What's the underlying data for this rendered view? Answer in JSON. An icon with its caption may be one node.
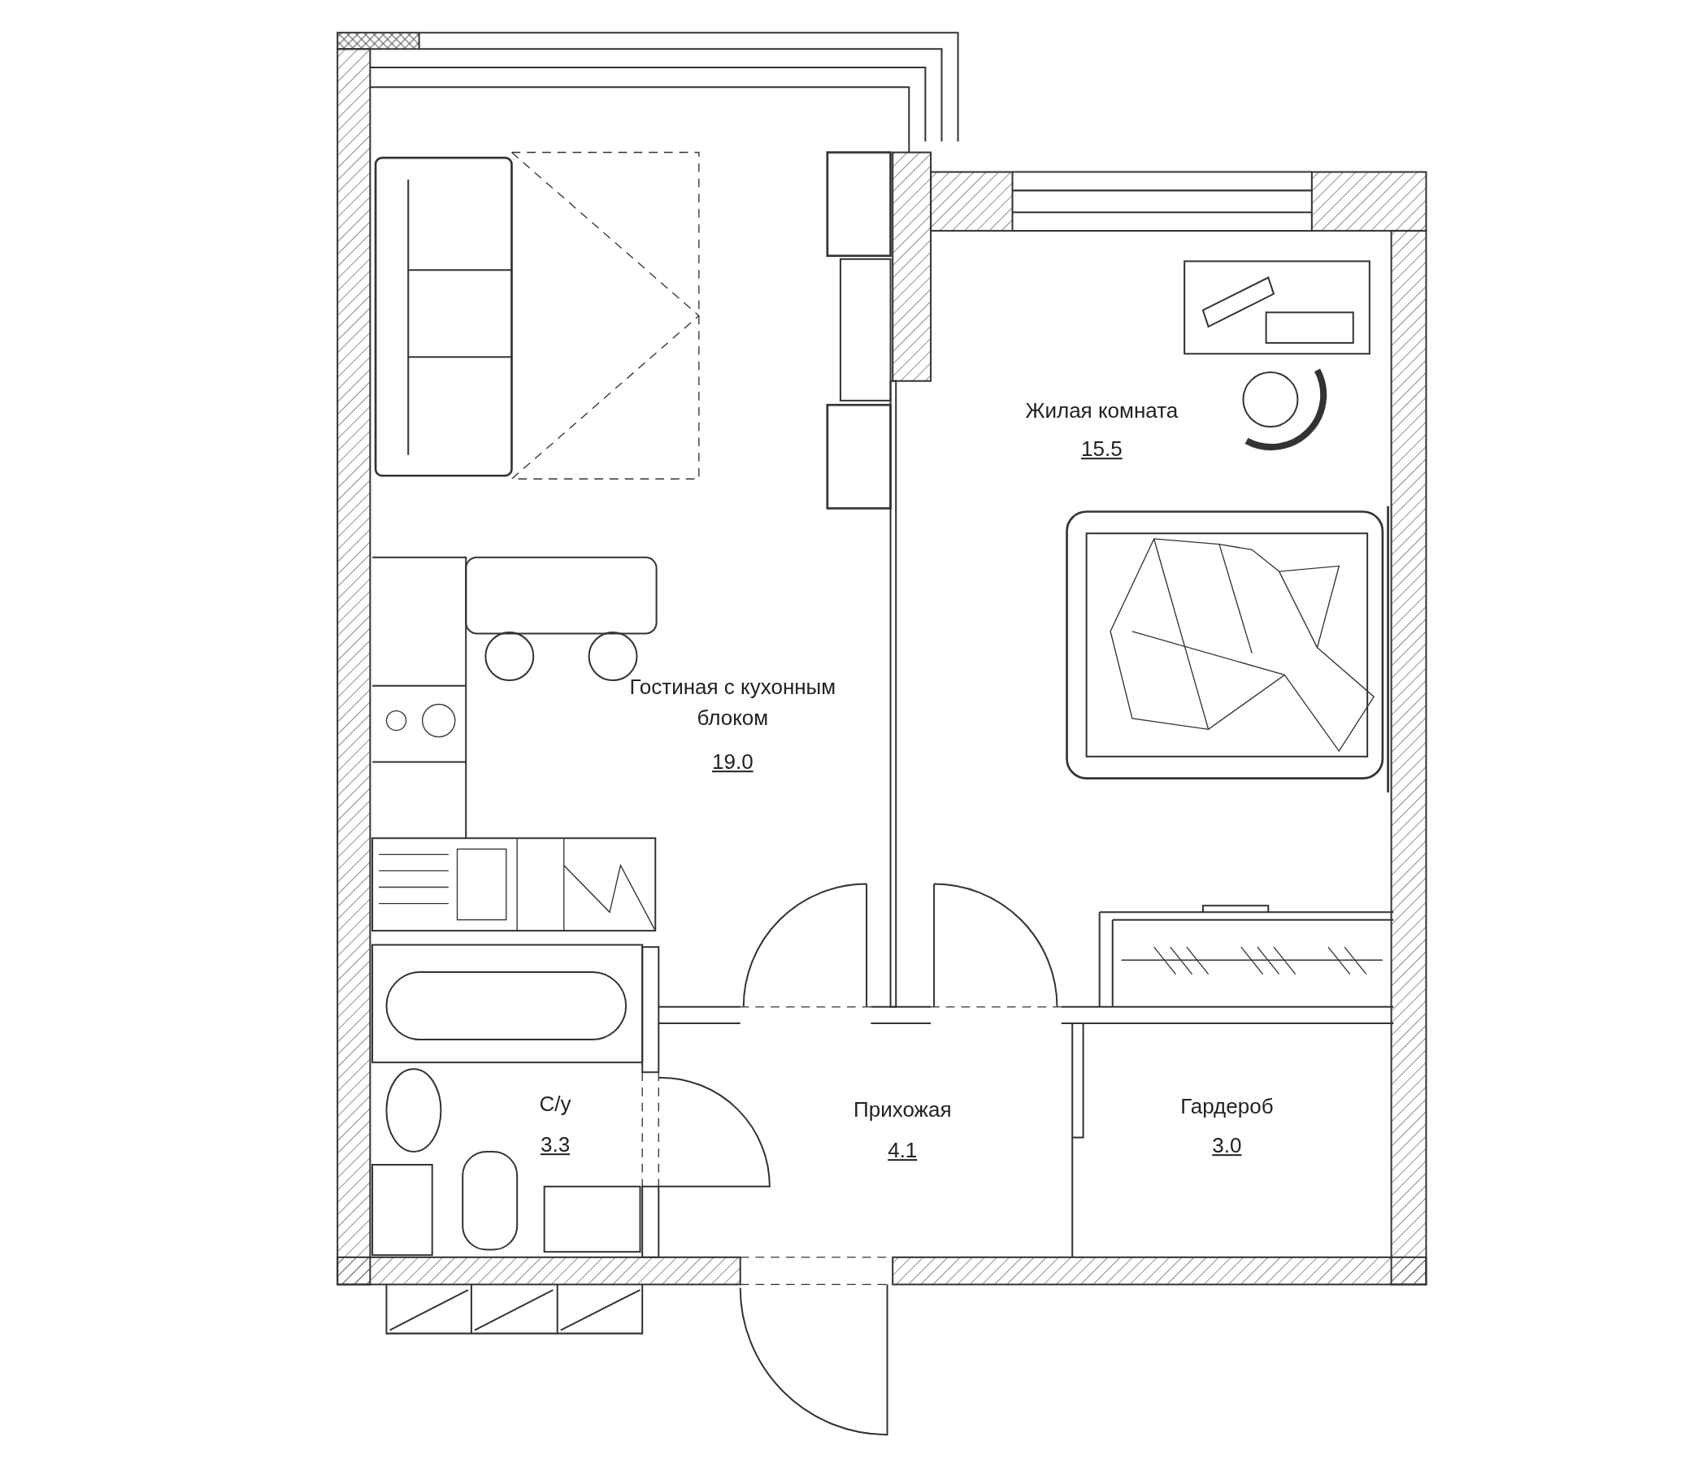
{
  "diagram": {
    "labels": [
      "Жилая комната",
      "15.5",
      "Гостиная с кухонным блоком",
      "19.0",
      "С/у",
      "3.3",
      "Прихожая",
      "4.1",
      "Гардероб",
      "3.0"
    ]
  }
}
